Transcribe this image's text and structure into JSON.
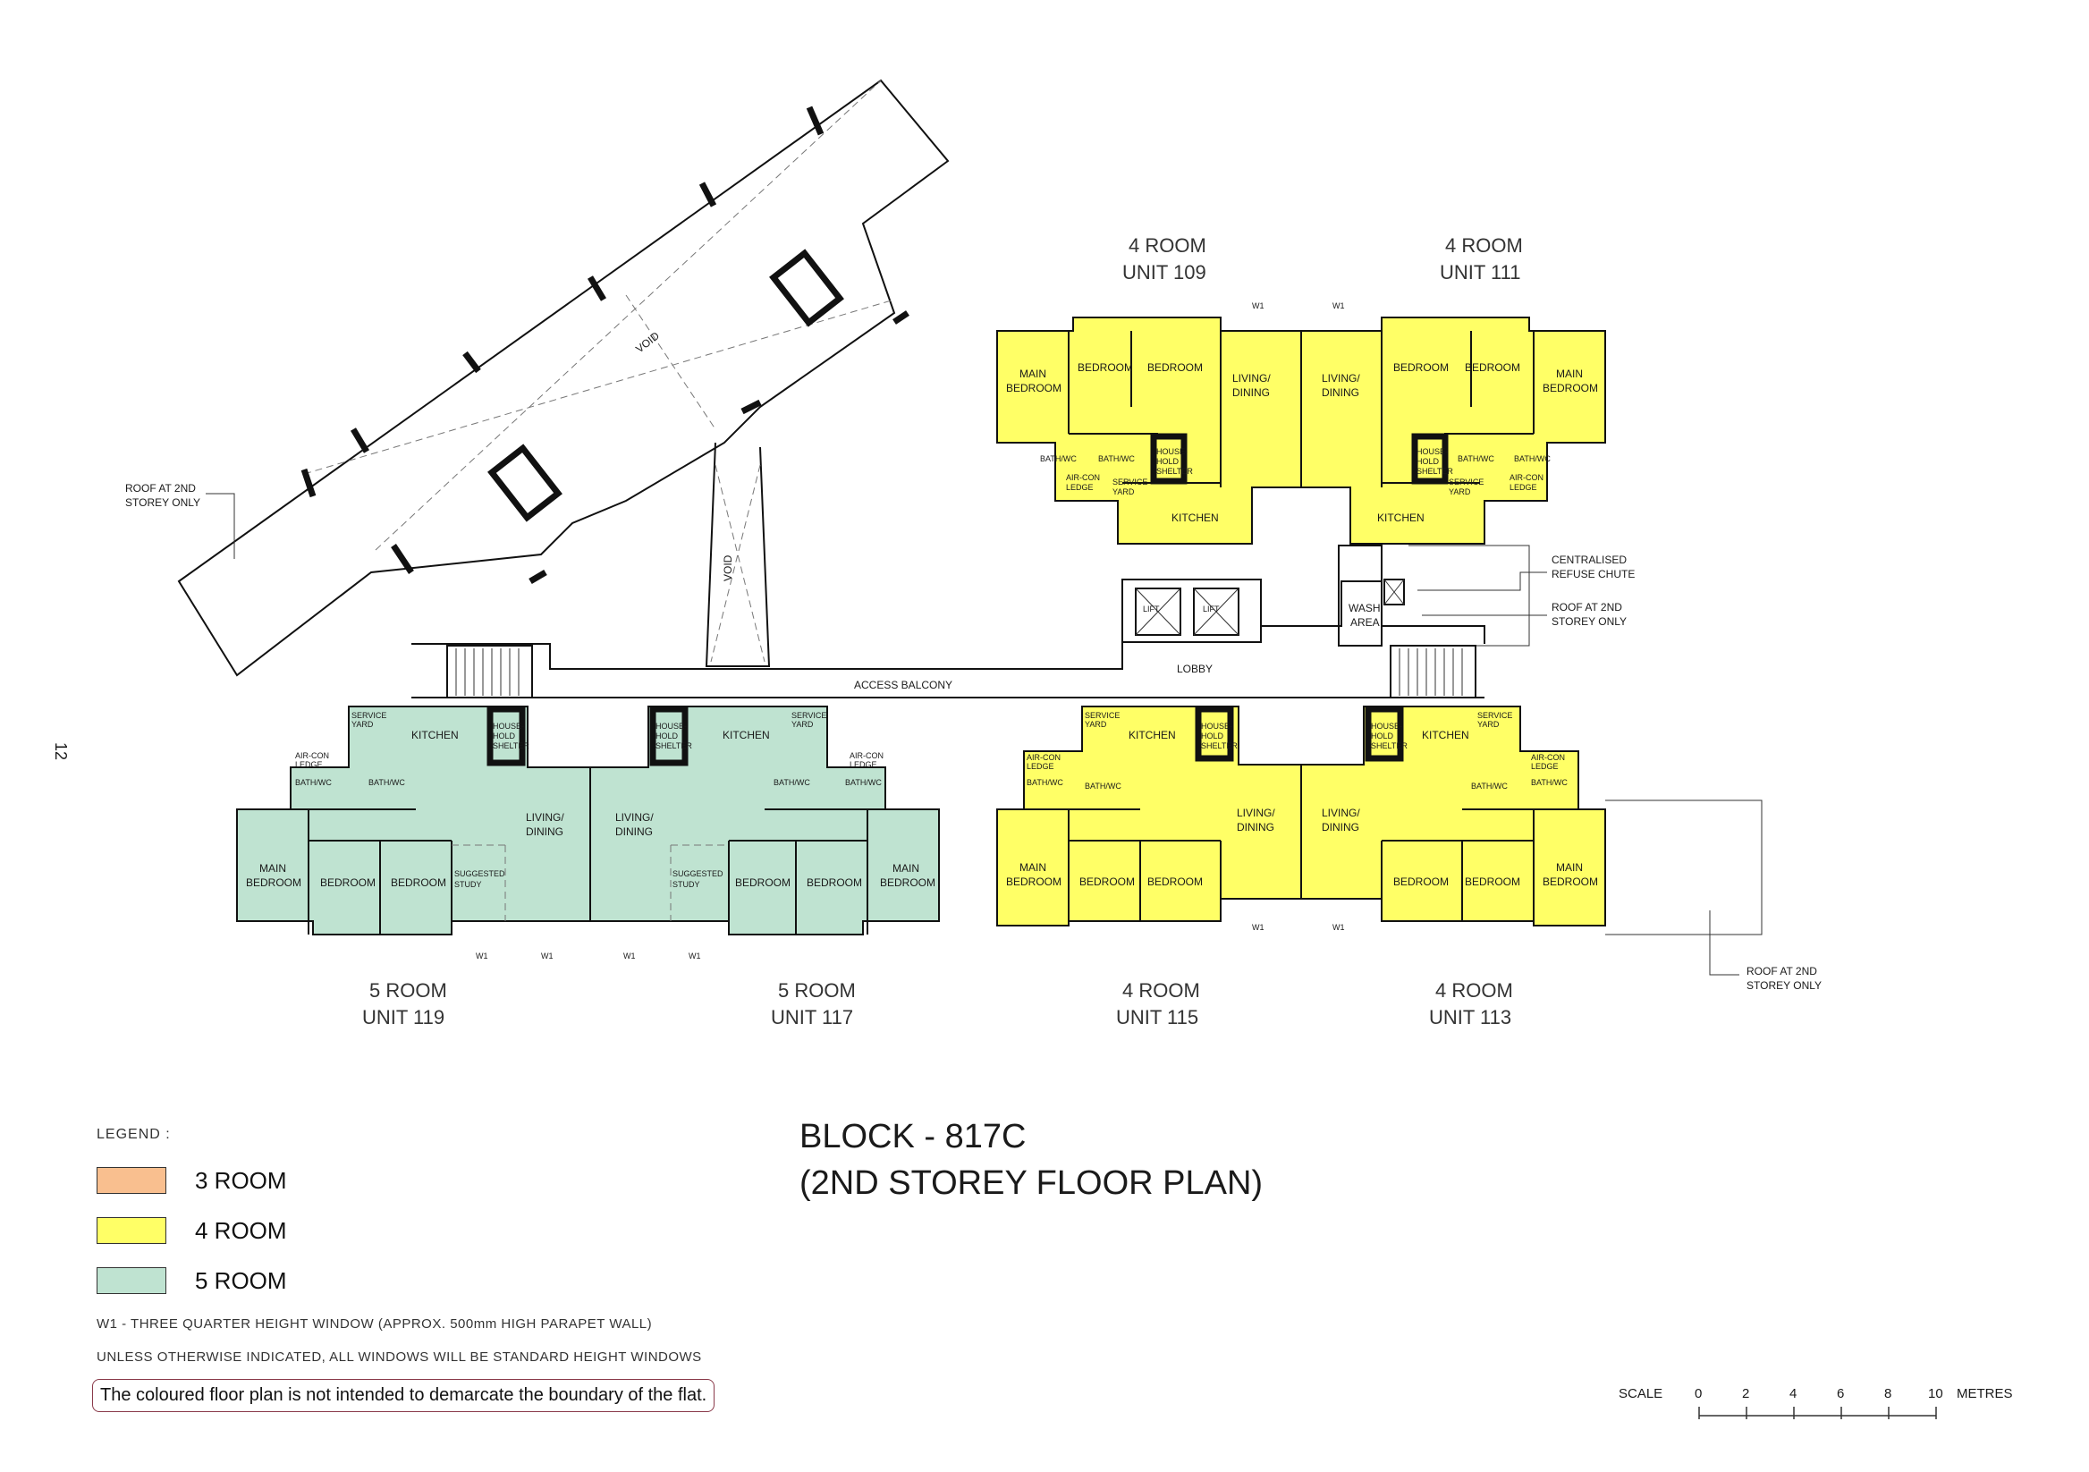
{
  "page_number": "12",
  "block_title": "BLOCK - 817C",
  "block_subtitle": "(2ND STOREY FLOOR PLAN)",
  "legend": {
    "title": "LEGEND :",
    "items": [
      {
        "label": "3 ROOM",
        "color": "#f9bf8f"
      },
      {
        "label": "4 ROOM",
        "color": "#ffff66"
      },
      {
        "label": "5 ROOM",
        "color": "#bfe3d1"
      }
    ],
    "note_w1": "W1 - THREE QUARTER HEIGHT WINDOW (APPROX. 500mm HIGH PARAPET WALL)",
    "note_windows": "UNLESS OTHERWISE INDICATED, ALL WINDOWS WILL BE STANDARD HEIGHT WINDOWS"
  },
  "disclaimer": "The coloured floor plan is not intended to demarcate the boundary of the flat.",
  "scale": {
    "label": "SCALE",
    "ticks": [
      "0",
      "2",
      "4",
      "6",
      "8",
      "10"
    ],
    "unit": "METRES"
  },
  "units": {
    "u109": {
      "type": "4 ROOM",
      "unit": "UNIT 109"
    },
    "u111": {
      "type": "4 ROOM",
      "unit": "UNIT 111"
    },
    "u119": {
      "type": "5 ROOM",
      "unit": "UNIT 119"
    },
    "u117": {
      "type": "5 ROOM",
      "unit": "UNIT 117"
    },
    "u115": {
      "type": "4 ROOM",
      "unit": "UNIT 115"
    },
    "u113": {
      "type": "4 ROOM",
      "unit": "UNIT 113"
    }
  },
  "rooms": {
    "main_bedroom_1": "MAIN",
    "main_bedroom_2": "BEDROOM",
    "bedroom": "BEDROOM",
    "living_1": "LIVING/",
    "living_2": "DINING",
    "kitchen": "KITCHEN",
    "bath": "BATH/WC",
    "service_1": "SERVICE",
    "service_2": "YARD",
    "aircon_1": "AIR-CON",
    "aircon_2": "LEDGE",
    "shelter_1": "HOUSE-",
    "shelter_2": "HOLD",
    "shelter_3": "SHELTER",
    "study_1": "SUGGESTED",
    "study_2": "STUDY"
  },
  "callouts": {
    "roof_1": "ROOF AT 2ND",
    "roof_2": "STOREY ONLY",
    "void": "VOID",
    "refuse_1": "CENTRALISED",
    "refuse_2": "REFUSE CHUTE",
    "wash_1": "WASH",
    "wash_2": "AREA",
    "lift": "LIFT",
    "lobby": "LOBBY",
    "access_balcony": "ACCESS BALCONY",
    "w1": "W1"
  }
}
